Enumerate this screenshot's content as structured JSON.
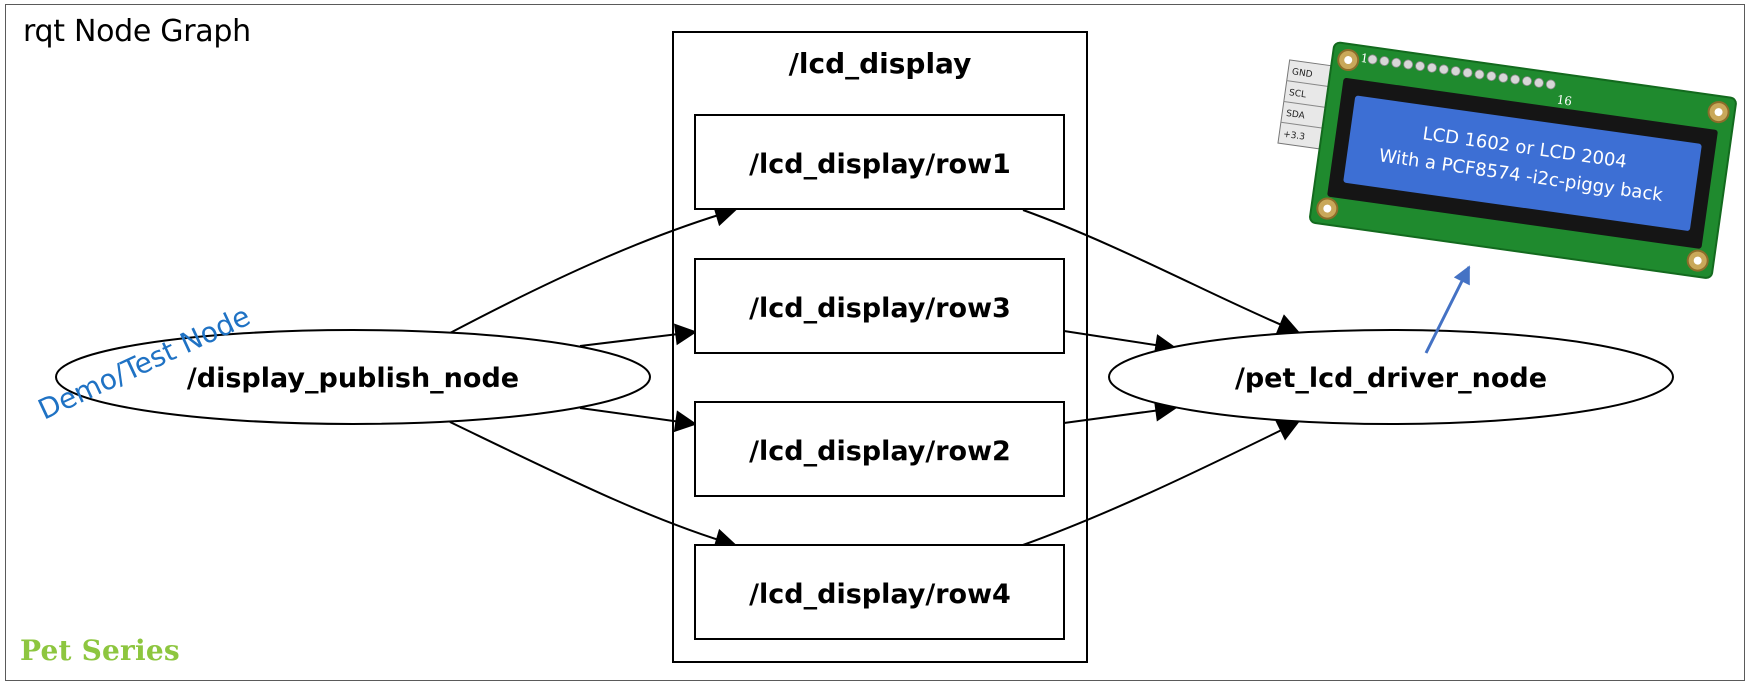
{
  "title": "rqt Node Graph",
  "brand": "Pet Series",
  "cluster": {
    "label": "/lcd_display"
  },
  "nodes": {
    "publisher": "/display_publish_node",
    "driver": "/pet_lcd_driver_node"
  },
  "topics": [
    "/lcd_display/row1",
    "/lcd_display/row3",
    "/lcd_display/row2",
    "/lcd_display/row4"
  ],
  "annotation": "Demo/Test Node",
  "lcd_module": {
    "line1": "LCD 1602 or LCD 2004",
    "line2": "With a PCF8574 -i2c-piggy back",
    "pins": [
      "GND",
      "SCL",
      "SDA",
      "+3.3"
    ],
    "pin_first": "1",
    "pin_last": "16"
  },
  "colors": {
    "brand": "#8dc63f",
    "annotation": "#1f72c4",
    "lcd_screen": "#3d6fd4",
    "pcb": "#1f8a2e"
  }
}
